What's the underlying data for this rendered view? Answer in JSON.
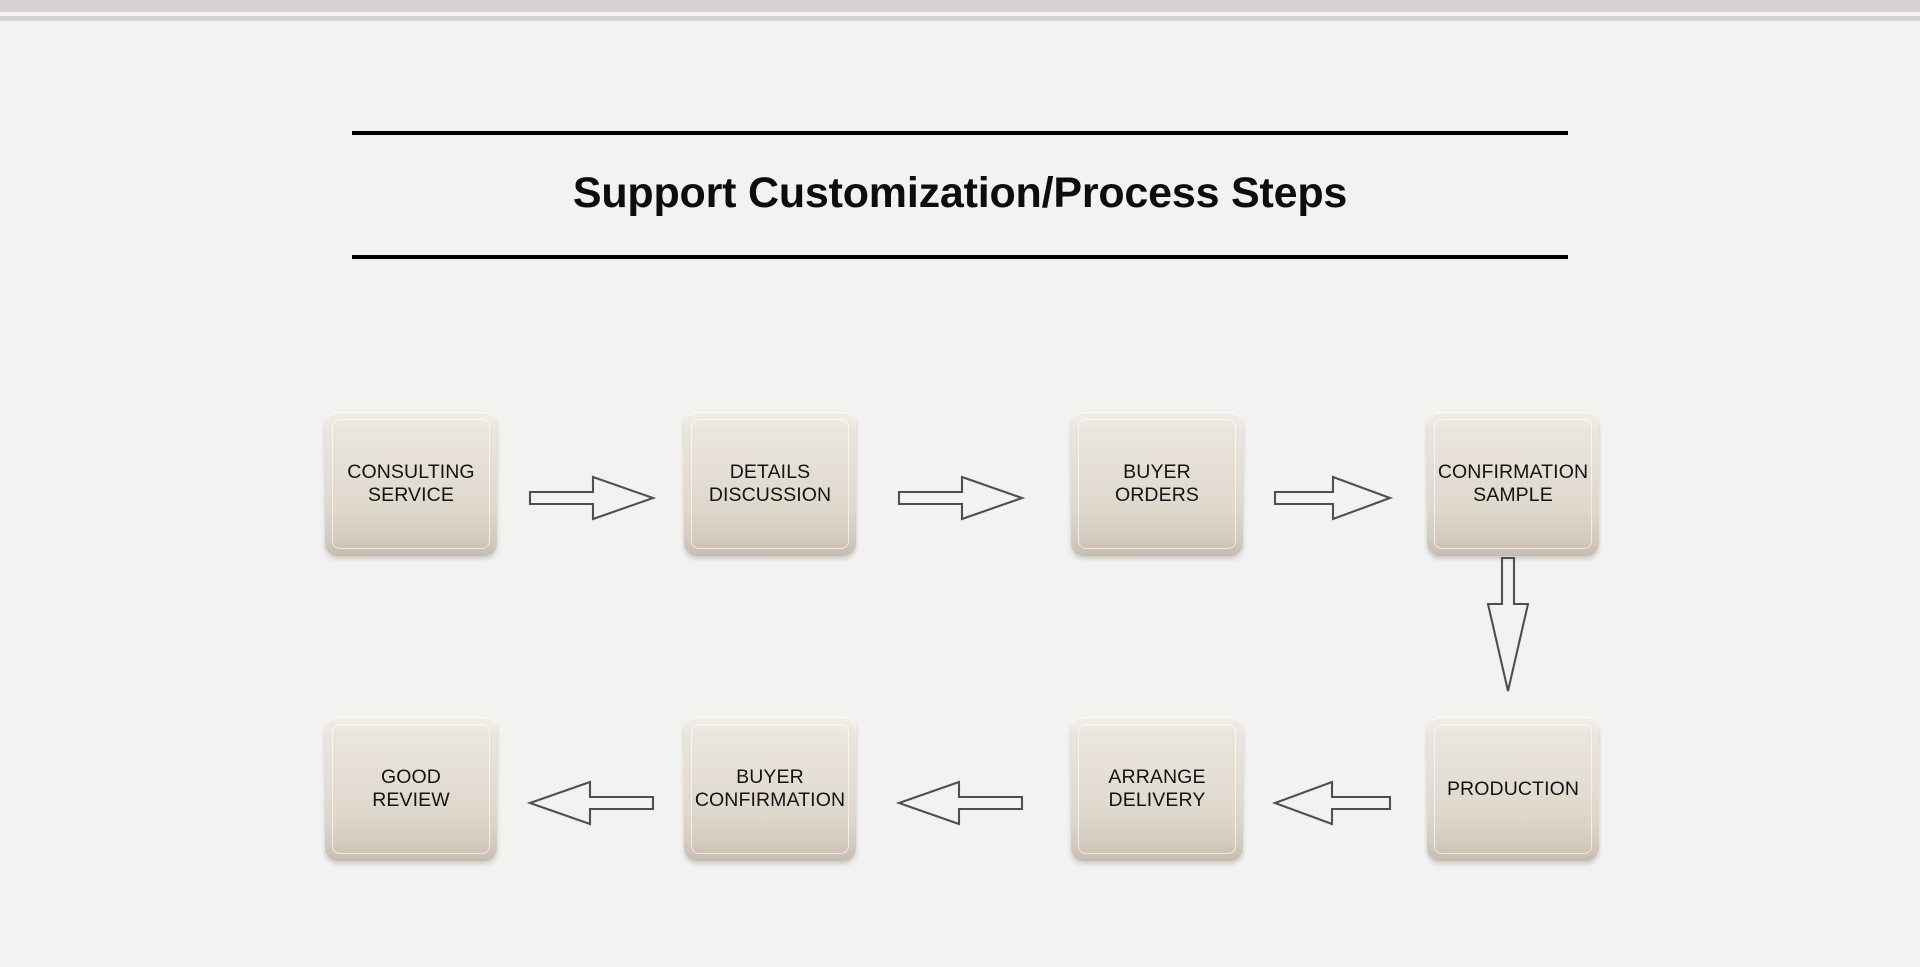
{
  "window": {
    "top_band_color": "#d6d1d0",
    "divider_color": "#d4d3d2",
    "background_color": "#f2f2f1"
  },
  "title": {
    "text": "Support Customization/Process Steps",
    "rule_color": "#000000",
    "text_color": "#0d0d0d"
  },
  "diagram": {
    "box_fill_top": "#f2eee8",
    "box_fill_bottom": "#c6bcae",
    "label_color": "#141414",
    "arrow_color": "#4f4f4f",
    "row1": [
      {
        "id": "consulting-service",
        "label": "CONSULTING\nSERVICE"
      },
      {
        "id": "details-discussion",
        "label": "DETAILS\nDISCUSSION"
      },
      {
        "id": "buyer-orders",
        "label": "BUYER\nORDERS"
      },
      {
        "id": "confirmation-sample",
        "label": "CONFIRMATION\nSAMPLE"
      }
    ],
    "row2": [
      {
        "id": "good-review",
        "label": "GOOD\nREVIEW"
      },
      {
        "id": "buyer-confirmation",
        "label": "BUYER\nCONFIRMATION"
      },
      {
        "id": "arrange-delivery",
        "label": "ARRANGE\nDELIVERY"
      },
      {
        "id": "production",
        "label": "PRODUCTION"
      }
    ],
    "connectors": [
      {
        "id": "arrow-consulting-to-details",
        "direction": "right"
      },
      {
        "id": "arrow-details-to-orders",
        "direction": "right"
      },
      {
        "id": "arrow-orders-to-sample",
        "direction": "right"
      },
      {
        "id": "arrow-sample-to-production",
        "direction": "down"
      },
      {
        "id": "arrow-production-to-delivery",
        "direction": "left"
      },
      {
        "id": "arrow-delivery-to-confirmation",
        "direction": "left"
      },
      {
        "id": "arrow-confirmation-to-review",
        "direction": "left"
      }
    ]
  }
}
